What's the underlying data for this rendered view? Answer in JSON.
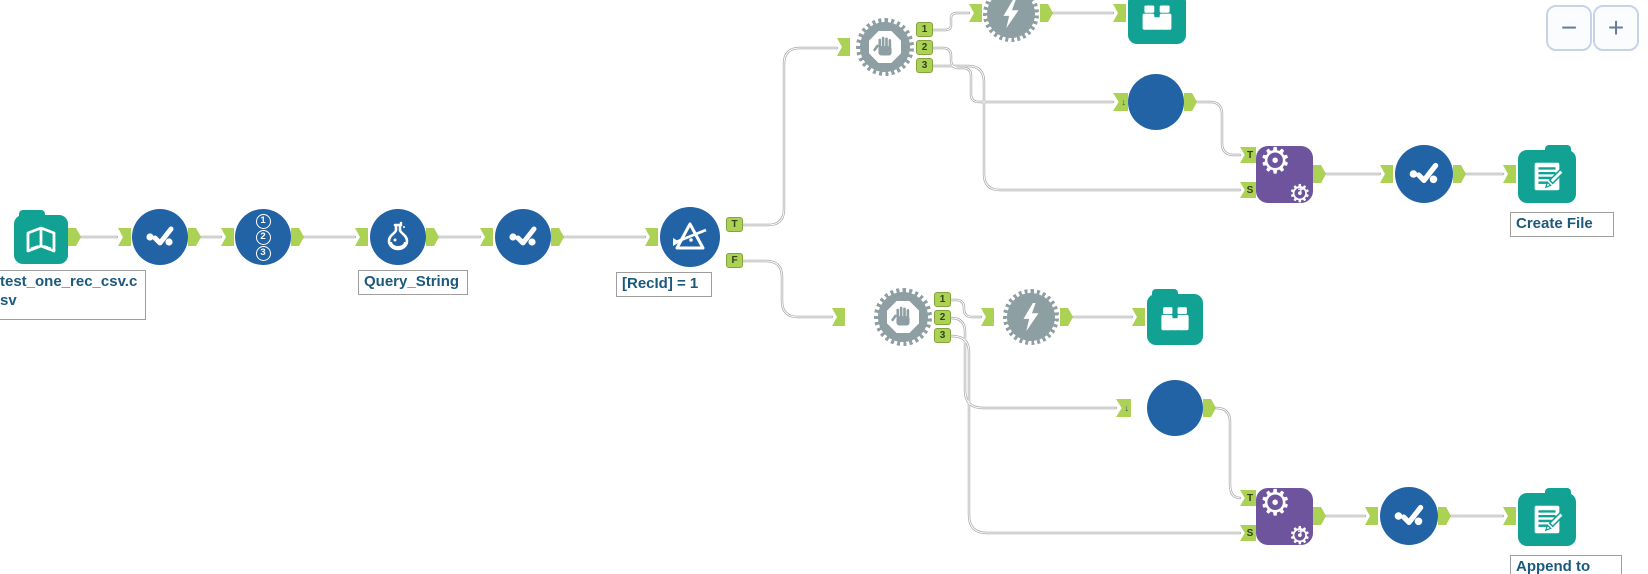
{
  "zoom_controls": {
    "out_label": "−",
    "in_label": "+"
  },
  "annotations": {
    "input_file": "test_one_rec_csv.csv",
    "formula": "Query_String",
    "filter": "[RecId] = 1",
    "create_file": "Create File",
    "append_to": "Append to"
  },
  "anchors": {
    "t": "T",
    "f": "F",
    "s": "S",
    "one": "1",
    "two": "2",
    "three": "3",
    "macro_in": "↓"
  },
  "record_id_digits": [
    "1",
    "2",
    "3"
  ],
  "icons": {
    "gear": "⚙",
    "plus": "+"
  },
  "colors": {
    "teal": "#11A294",
    "blue": "#2163A4",
    "purple": "#6E549D",
    "tool_gray": "#8E9FA4",
    "anchor_green": "#ABD155",
    "annotation_text": "#1C5A7D",
    "wire": "#A6A6A6"
  }
}
